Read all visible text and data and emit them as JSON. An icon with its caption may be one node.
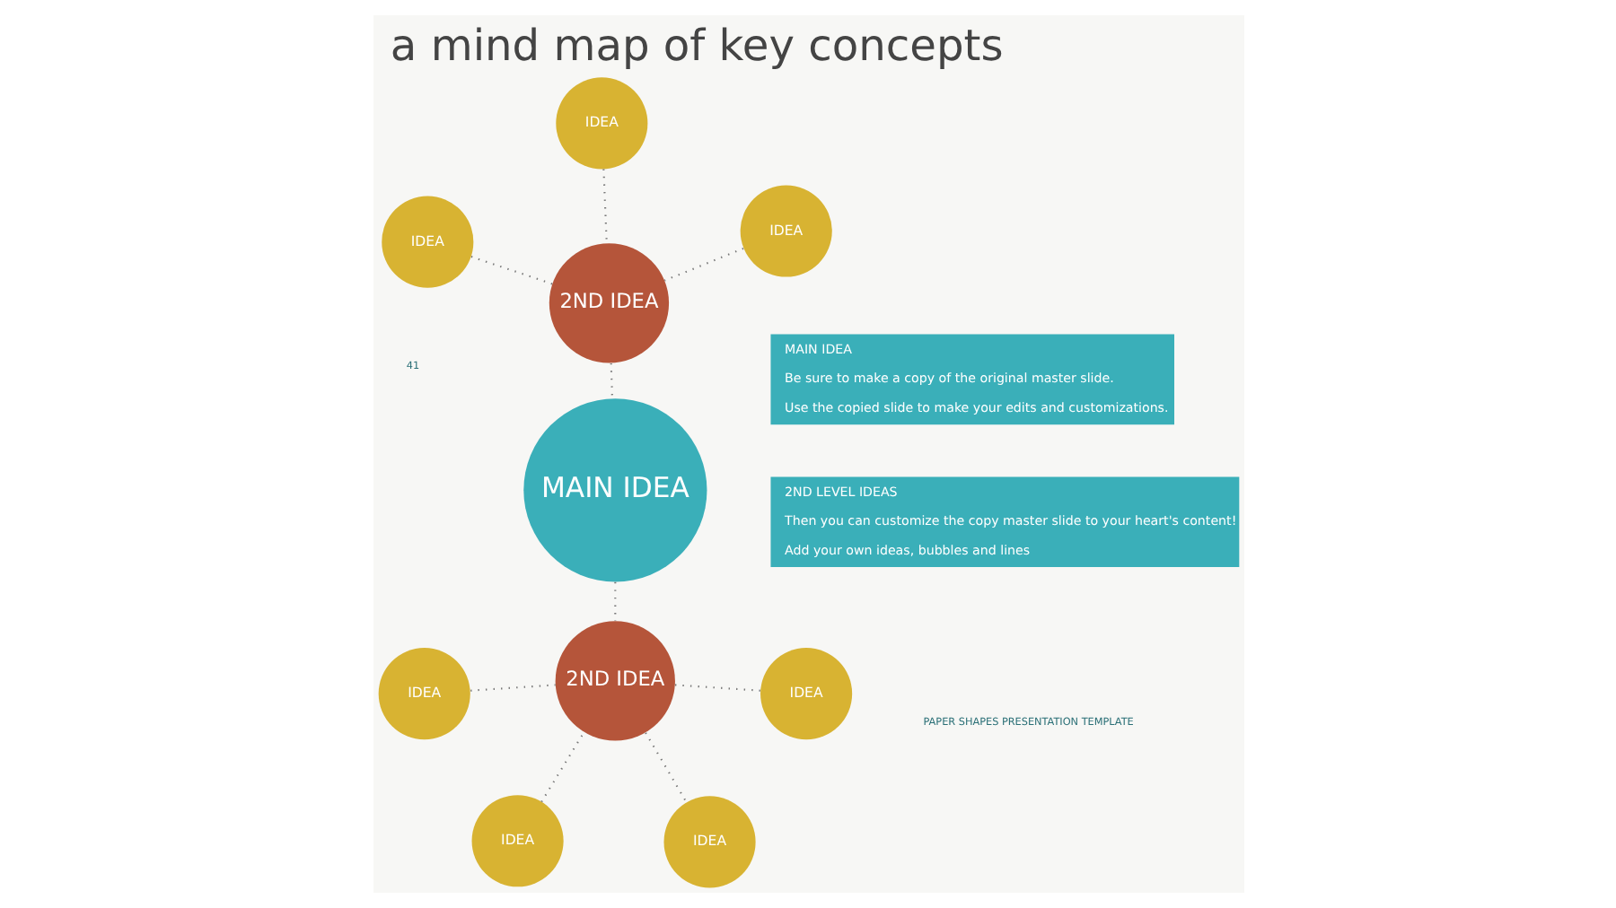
{
  "diagram": {
    "title": "a mind map of key concepts",
    "nodes": [
      {
        "text": [
          "MAIN IDEA"
        ]
      },
      {
        "text": [
          "2ND IDEA"
        ]
      },
      {
        "text": [
          "2ND IDEA"
        ]
      },
      {
        "text": [
          "IDEA"
        ]
      },
      {
        "text": [
          "IDEA"
        ]
      },
      {
        "text": [
          "IDEA"
        ]
      },
      {
        "text": [
          "IDEA"
        ]
      },
      {
        "text": [
          "IDEA"
        ]
      },
      {
        "text": [
          "IDEA"
        ]
      },
      {
        "text": [
          "IDEA"
        ]
      },
      {
        "text": [
          "MAIN IDEA",
          "Be sure to make a copy of the original master slide.",
          "Use the copied slide to make your edits and customizations."
        ]
      },
      {
        "text": [
          "2ND LEVEL IDEAS",
          "Then you can customize the copy master slide to your heart's content!",
          "Add your own ideas, bubbles and lines"
        ]
      }
    ],
    "edges": [
      {
        "from": 1,
        "to": 0,
        "arrow": "none"
      },
      {
        "from": 0,
        "to": 2,
        "arrow": "none"
      },
      {
        "from": 3,
        "to": 1,
        "arrow": "none"
      },
      {
        "from": 4,
        "to": 1,
        "arrow": "none"
      },
      {
        "from": 1,
        "to": 5,
        "arrow": "none"
      },
      {
        "from": 6,
        "to": 2,
        "arrow": "none"
      },
      {
        "from": 2,
        "to": 7,
        "arrow": "none"
      },
      {
        "from": 8,
        "to": 2,
        "arrow": "none"
      },
      {
        "from": 2,
        "to": 9,
        "arrow": "none"
      }
    ],
    "labels": [
      "PAPER SHAPES PRESENTATION TEMPLATE",
      "41"
    ]
  }
}
